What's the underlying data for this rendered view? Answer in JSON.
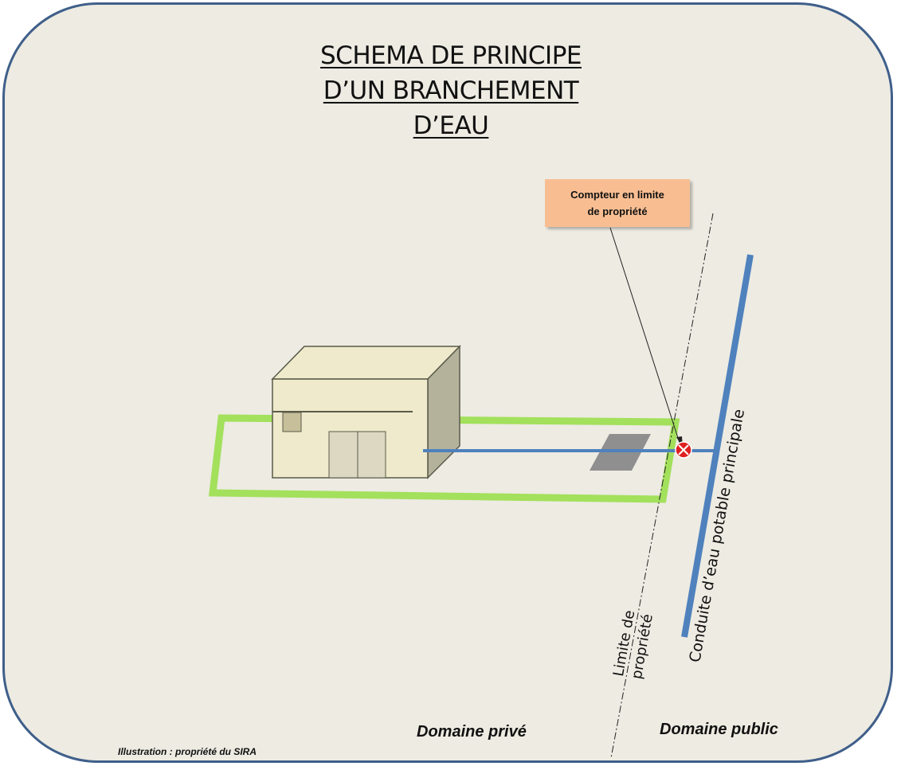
{
  "title": {
    "line1": "SCHEMA DE PRINCIPE",
    "line2": "D’UN BRANCHEMENT",
    "line3": "D’EAU"
  },
  "callout": {
    "line1": "Compteur en limite",
    "line2": "de propriété"
  },
  "labels": {
    "conduite": "Conduite d’eau potable principale",
    "limite_line1": "Limite de",
    "limite_line2": "propriété",
    "domaine_prive": "Domaine privé",
    "domaine_public": "Domaine public"
  },
  "credit": "Illustration : propriété du SIRA",
  "colors": {
    "background": "#edebe2",
    "frame_border": "#3f5f8a",
    "pipe": "#4f81bd",
    "parcel": "#a3e05c",
    "house_front": "#eeeacb",
    "house_side": "#b5b29c",
    "callout_fill": "#f8be92",
    "meter": "#e02020"
  }
}
